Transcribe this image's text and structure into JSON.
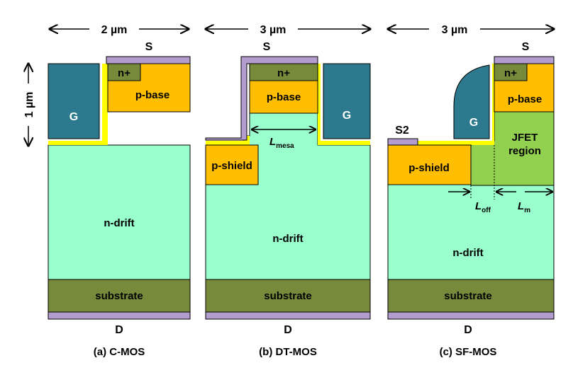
{
  "colors": {
    "drift": "#99ffcc",
    "substrate": "#778a3c",
    "nplus": "#778a3c",
    "pbase": "#ffbf00",
    "gate": "#2d7a8e",
    "metal": "#b39dcf",
    "oxide": "#ffff00",
    "jfet": "#92d050"
  },
  "panels": [
    {
      "caption": "(a) C-MOS",
      "width_label": "2 µm",
      "height_label": "1 µm",
      "source": "S",
      "drain": "D",
      "nplus": "n+",
      "pbase": "p-base",
      "gate": "G",
      "drift": "n-drift",
      "substrate": "substrate"
    },
    {
      "caption": "(b) DT-MOS",
      "width_label": "3 µm",
      "source": "S",
      "drain": "D",
      "nplus": "n+",
      "pbase": "p-base",
      "gate": "G",
      "pshield": "p-shield",
      "drift": "n-drift",
      "substrate": "substrate",
      "dim_main": "L",
      "dim_sub": "mesa"
    },
    {
      "caption": "(c) SF-MOS",
      "width_label": "3 µm",
      "source": "S",
      "source2": "S2",
      "drain": "D",
      "nplus": "n+",
      "pbase": "p-base",
      "gate": "G",
      "jfet_line1": "JFET",
      "jfet_line2": "region",
      "pshield": "p-shield",
      "drift": "n-drift",
      "substrate": "substrate",
      "dim_off_main": "L",
      "dim_off_sub": "off",
      "dim_m_main": "L",
      "dim_m_sub": "m"
    }
  ]
}
